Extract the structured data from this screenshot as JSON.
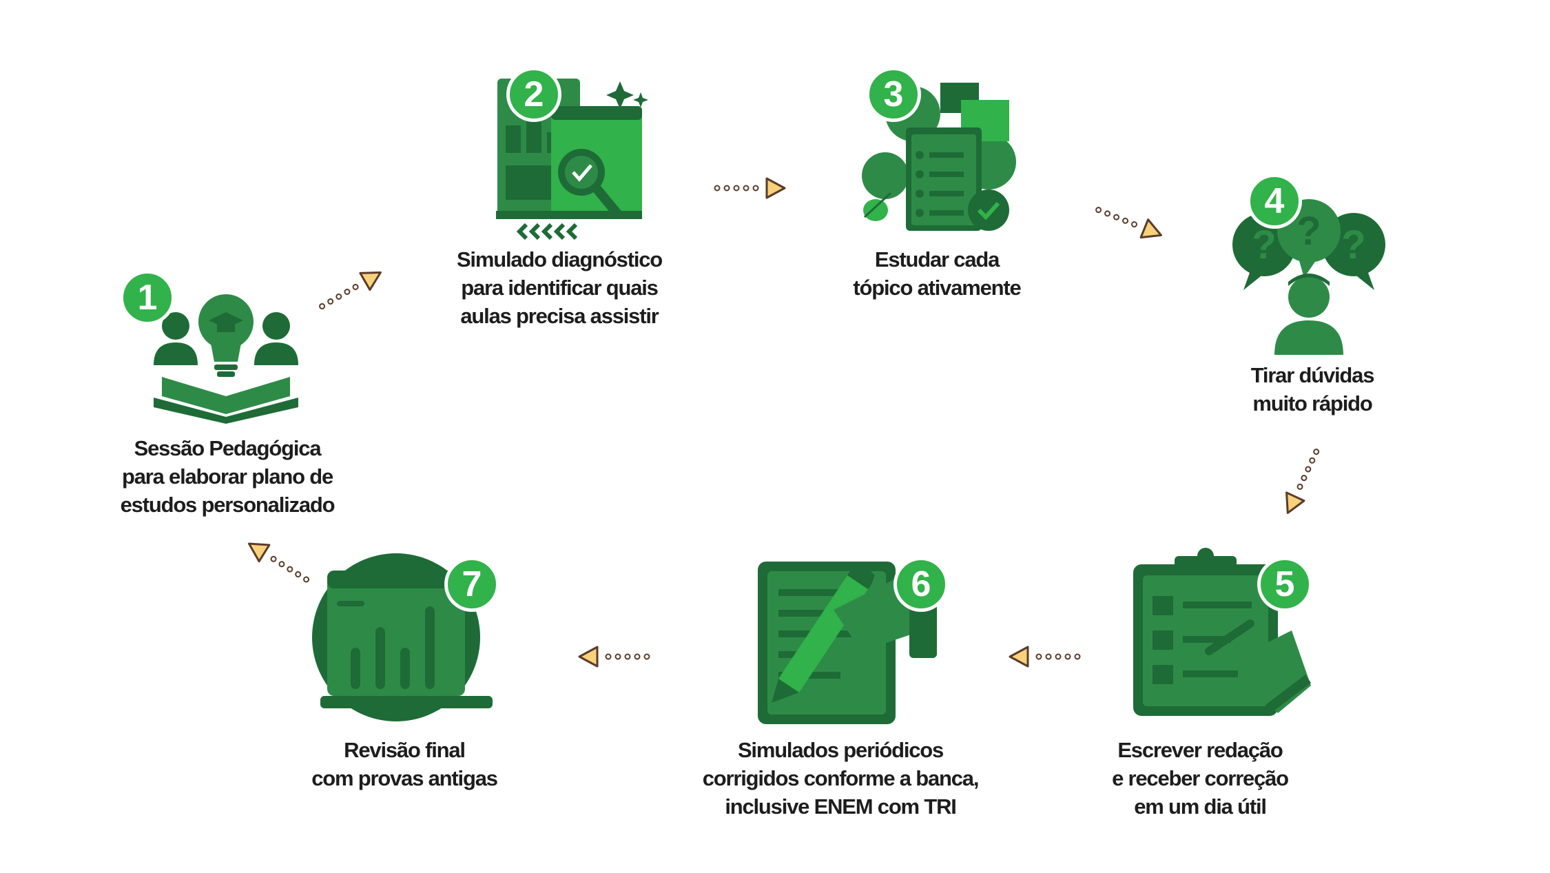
{
  "colors": {
    "green_dark": "#1e6b37",
    "green": "#2e8b47",
    "green_light": "#31b24a",
    "arrow_fill": "#f8d27a",
    "arrow_stroke": "#5a3b2a",
    "text": "#1d1d1d"
  },
  "steps": [
    {
      "number": "1",
      "icon": "lightbulb-book-icon",
      "lines": [
        "Sessão Pedagógica",
        "para elaborar plano de",
        "estudos personalizado"
      ]
    },
    {
      "number": "2",
      "icon": "diagnostic-dashboard-icon",
      "lines": [
        "Simulado diagnóstico",
        "para identificar quais",
        "aulas precisa assistir"
      ]
    },
    {
      "number": "3",
      "icon": "study-checklist-icon",
      "lines": [
        "Estudar cada",
        "tópico ativamente"
      ]
    },
    {
      "number": "4",
      "icon": "question-bubbles-icon",
      "lines": [
        "Tirar dúvidas",
        "muito rápido"
      ]
    },
    {
      "number": "5",
      "icon": "clipboard-writing-icon",
      "lines": [
        "Escrever redação",
        "e receber correção",
        "em um dia útil"
      ]
    },
    {
      "number": "6",
      "icon": "pen-document-icon",
      "lines": [
        "Simulados periódicos",
        "corrigidos conforme a banca,",
        "inclusive ENEM com TRI"
      ]
    },
    {
      "number": "7",
      "icon": "laptop-chart-icon",
      "lines": [
        "Revisão final",
        "com provas antigas"
      ]
    }
  ]
}
